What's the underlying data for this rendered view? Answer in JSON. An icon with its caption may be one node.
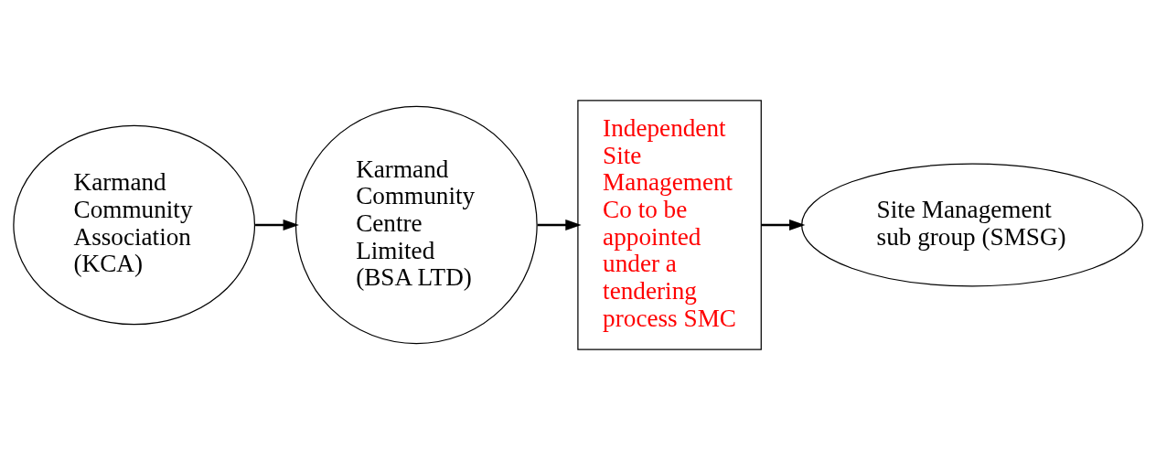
{
  "diagram": {
    "nodes": [
      {
        "text": [
          "Karmand Community Association (KCA)"
        ]
      },
      {
        "text": [
          "Karmand Community Centre Limited (BSA LTD)"
        ]
      },
      {
        "text": [
          "Independent Site Management Co to be appointed under a tendering process SMC"
        ]
      },
      {
        "text": [
          "Site Management sub group (SMSG)"
        ]
      }
    ],
    "edges": [
      {
        "from": 0,
        "to": 1,
        "arrow": "to"
      },
      {
        "from": 1,
        "to": 2,
        "arrow": "to"
      },
      {
        "from": 2,
        "to": 3,
        "arrow": "to"
      }
    ]
  }
}
